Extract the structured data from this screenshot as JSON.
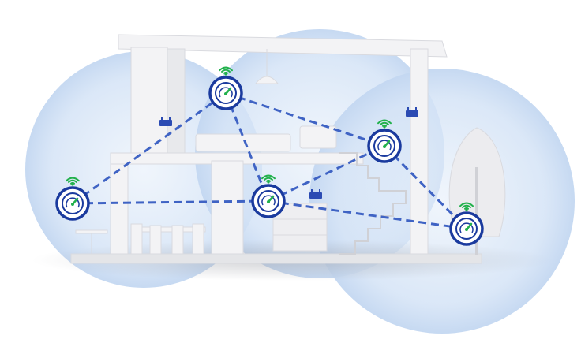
{
  "colors": {
    "background": "#ffffff",
    "coverage_fill": "#cfe0f6",
    "coverage_edge": "#e9f1fb",
    "node_ring": "#1a3a9e",
    "signal_green": "#22b14c",
    "link_dash": "#3f63c4",
    "wall_light": "#f3f3f5",
    "wall_shade": "#d9dadf",
    "router_icon": "#2b4bb3"
  },
  "icons": {
    "node": "speed-gauge-icon",
    "signal": "wifi-signal-icon",
    "router": "router-icon"
  },
  "nodes": [
    {
      "id": "node-left",
      "label": ""
    },
    {
      "id": "node-top",
      "label": ""
    },
    {
      "id": "node-center",
      "label": ""
    },
    {
      "id": "node-right-upper",
      "label": ""
    },
    {
      "id": "node-right-lower",
      "label": ""
    }
  ],
  "links": [
    {
      "from": "node-left",
      "to": "node-top"
    },
    {
      "from": "node-left",
      "to": "node-center"
    },
    {
      "from": "node-top",
      "to": "node-center"
    },
    {
      "from": "node-top",
      "to": "node-right-upper"
    },
    {
      "from": "node-center",
      "to": "node-right-upper"
    },
    {
      "from": "node-center",
      "to": "node-right-lower"
    },
    {
      "from": "node-right-upper",
      "to": "node-right-lower"
    }
  ]
}
